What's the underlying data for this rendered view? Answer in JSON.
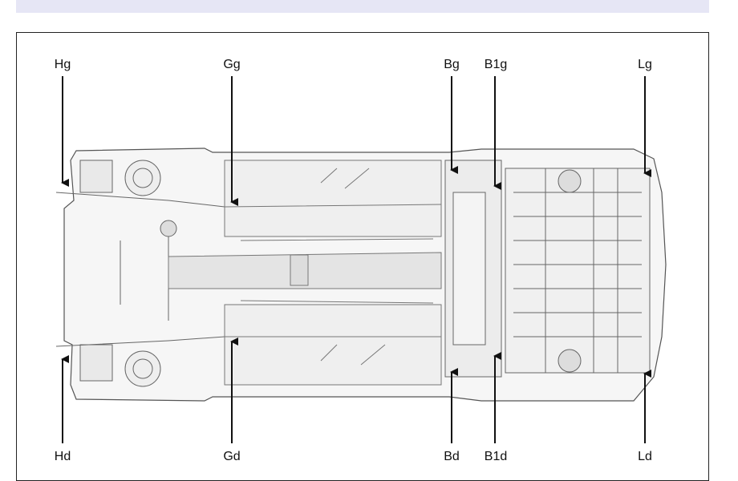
{
  "labels": {
    "hg": "Hg",
    "gg": "Gg",
    "bg": "Bg",
    "b1g": "B1g",
    "lg": "Lg",
    "hd": "Hd",
    "gd": "Gd",
    "bd": "Bd",
    "b1d": "B1d",
    "ld": "Ld"
  },
  "colors": {
    "line": "#555555",
    "fill": "#f4f4f4",
    "arrow": "#111111"
  }
}
